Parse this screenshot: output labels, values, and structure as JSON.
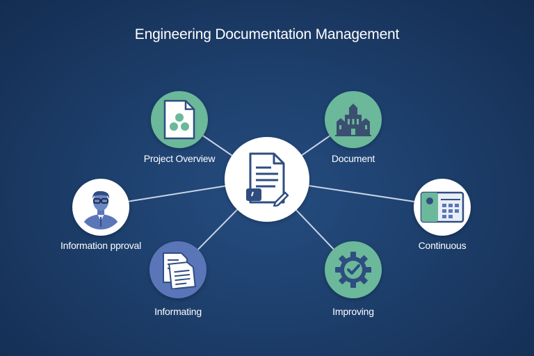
{
  "diagram": {
    "title": "Engineering Documentation Management",
    "nodes": [
      {
        "id": "project-overview",
        "label": "Project Overview",
        "icon": "document-circles-icon",
        "color": "#6bb89a"
      },
      {
        "id": "document",
        "label": "Document",
        "icon": "building-icon",
        "color": "#6bb89a"
      },
      {
        "id": "information-approval",
        "label": "Information pproval",
        "icon": "engineer-avatar-icon",
        "color": "#ffffff"
      },
      {
        "id": "continuous",
        "label": "Continuous",
        "icon": "screen-calendar-icon",
        "color": "#ffffff"
      },
      {
        "id": "informating",
        "label": "Informating",
        "icon": "stacked-documents-icon",
        "color": "#5a76b8"
      },
      {
        "id": "improving",
        "label": "Improving",
        "icon": "gear-check-icon",
        "color": "#6bb89a"
      }
    ],
    "center": {
      "id": "hub",
      "icon": "document-pen-icon",
      "color": "#ffffff"
    },
    "line_color": "#c8d4e6"
  }
}
